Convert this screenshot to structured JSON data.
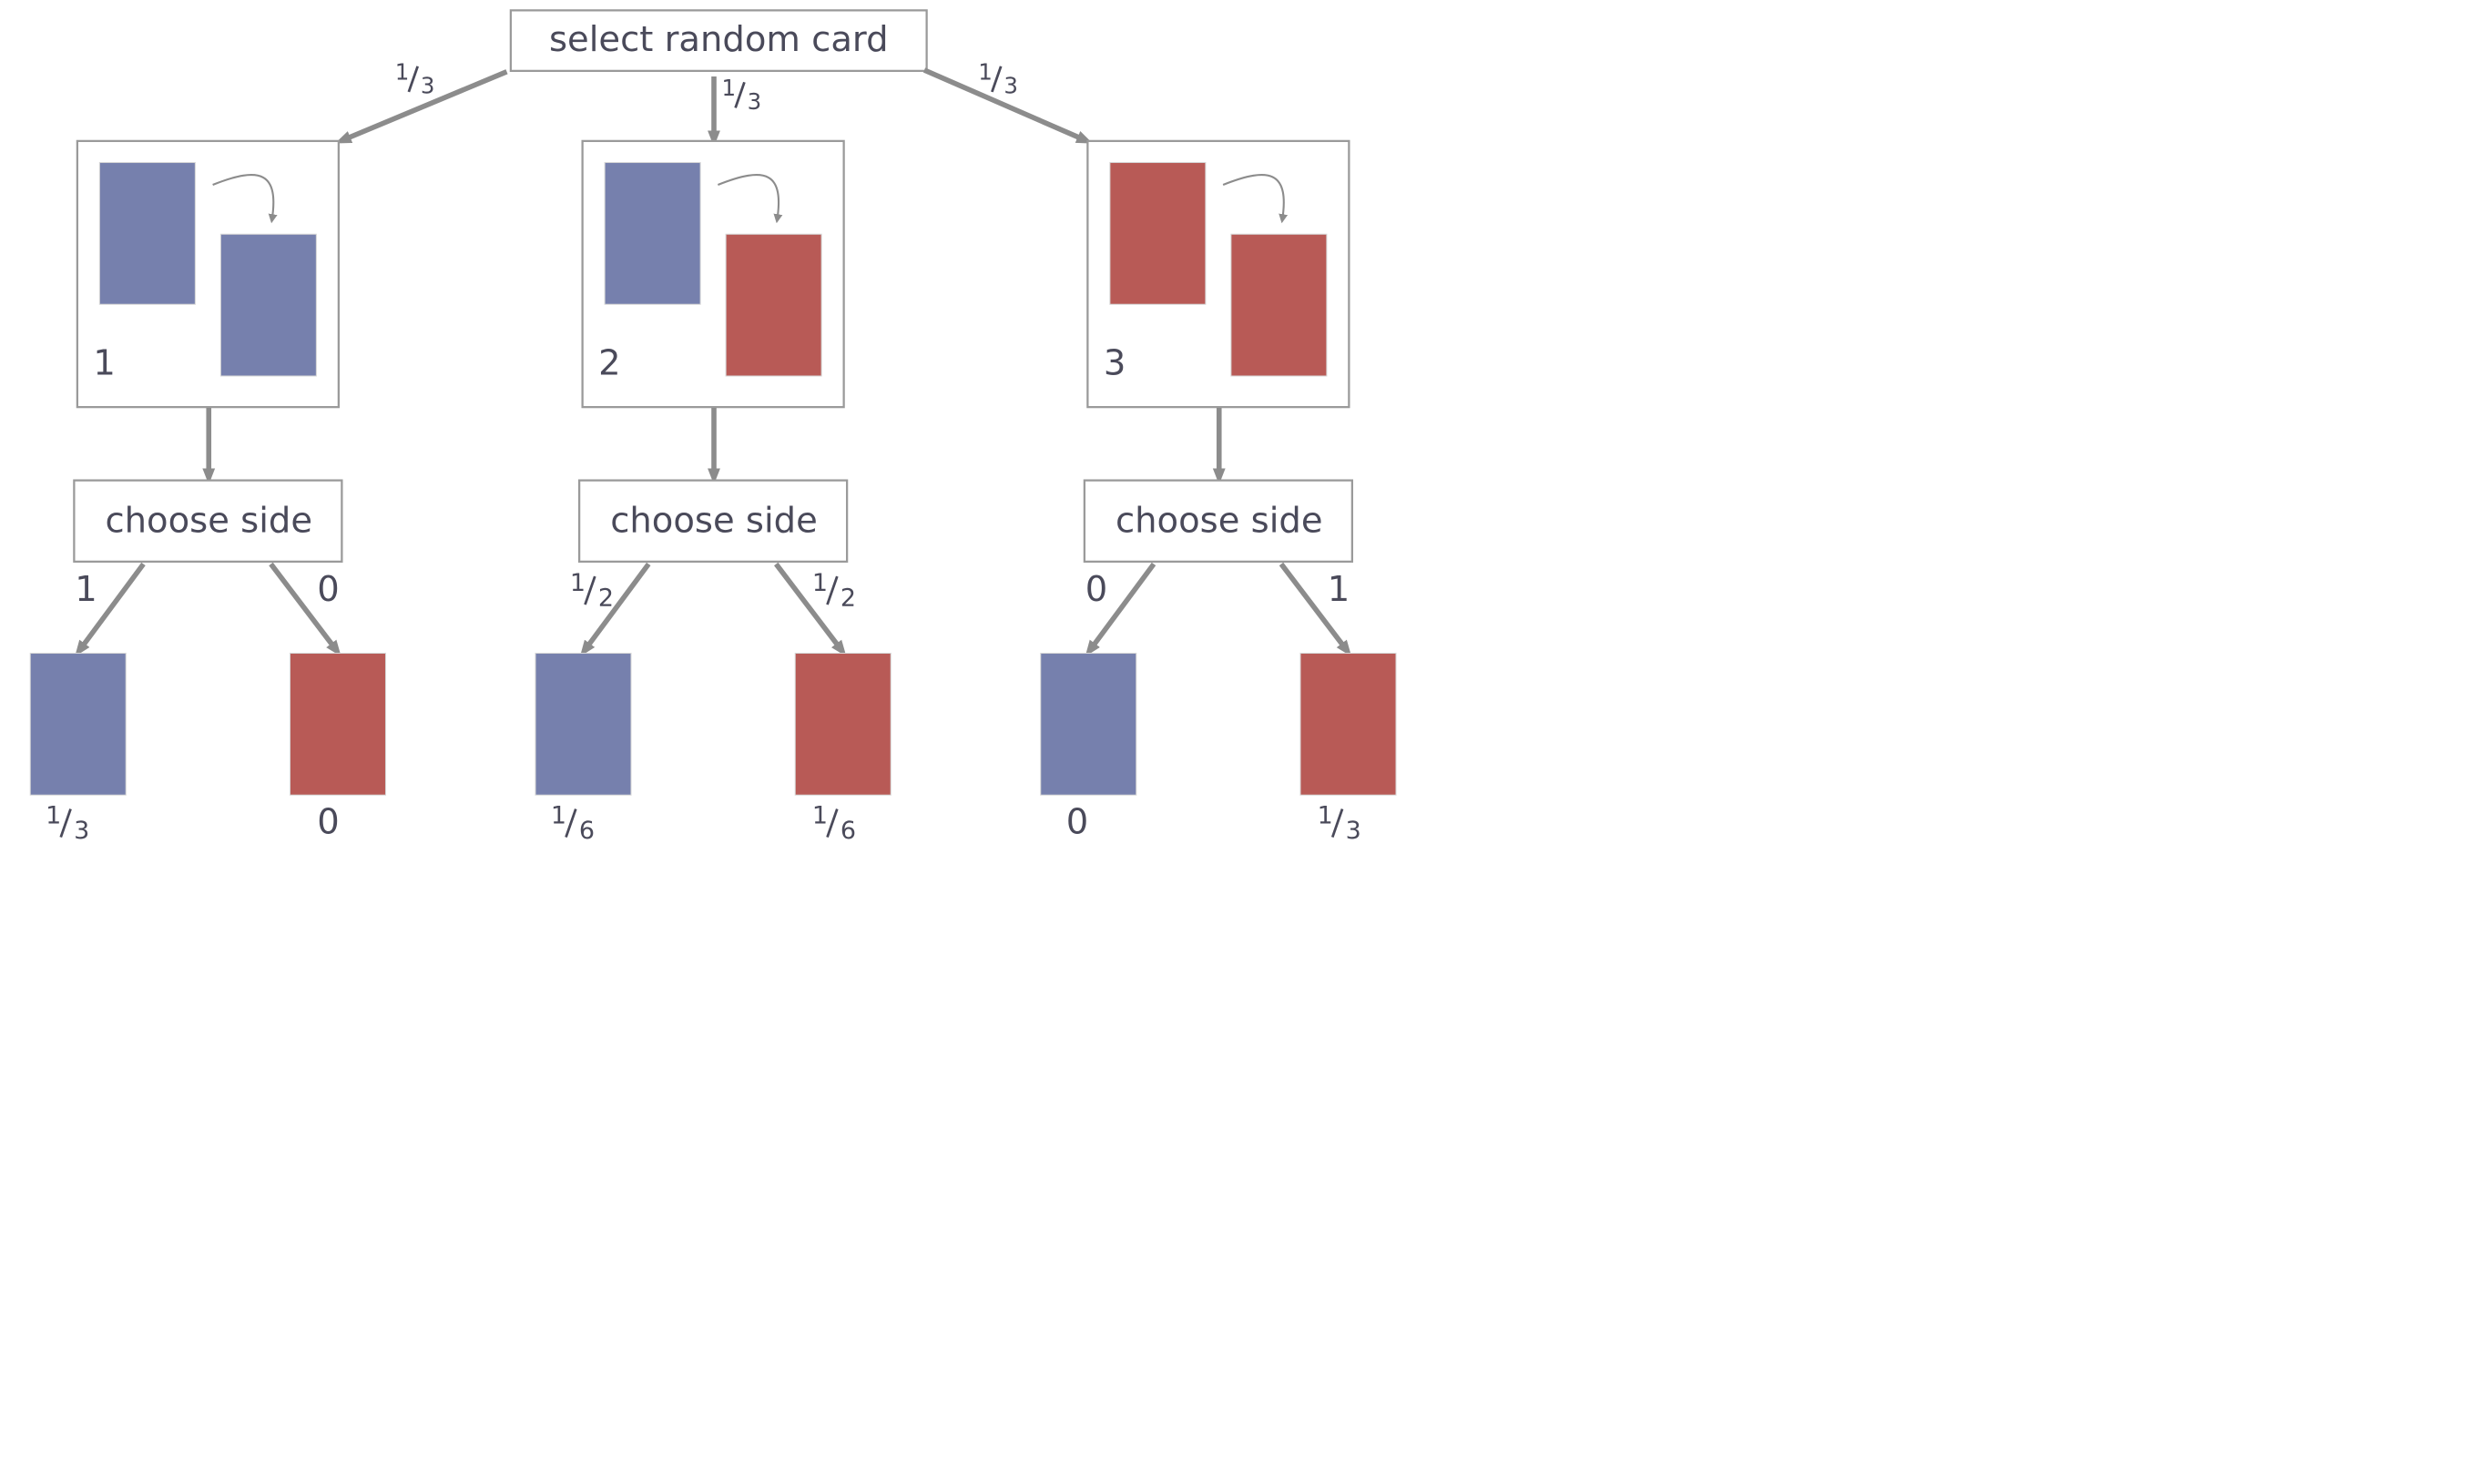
{
  "colors": {
    "blue": "#7680ad",
    "red": "#b85a56",
    "arrow": "#8c8c8c",
    "box_border": "#9a9a9a",
    "text": "#4a4a5a"
  },
  "root": {
    "label": "select random card"
  },
  "root_edges": [
    {
      "prob": {
        "num": "1",
        "den": "3"
      }
    },
    {
      "prob": {
        "num": "1",
        "den": "3"
      }
    },
    {
      "prob": {
        "num": "1",
        "den": "3"
      }
    }
  ],
  "cards": [
    {
      "number": "1",
      "sides": [
        "blue",
        "blue"
      ],
      "choose_label": "choose side",
      "side_probs": [
        {
          "whole": "1"
        },
        {
          "whole": "0"
        }
      ],
      "outcomes": [
        {
          "color": "blue",
          "result": {
            "num": "1",
            "den": "3"
          }
        },
        {
          "color": "red",
          "result": {
            "whole": "0"
          }
        }
      ]
    },
    {
      "number": "2",
      "sides": [
        "blue",
        "red"
      ],
      "choose_label": "choose side",
      "side_probs": [
        {
          "num": "1",
          "den": "2"
        },
        {
          "num": "1",
          "den": "2"
        }
      ],
      "outcomes": [
        {
          "color": "blue",
          "result": {
            "num": "1",
            "den": "6"
          }
        },
        {
          "color": "red",
          "result": {
            "num": "1",
            "den": "6"
          }
        }
      ]
    },
    {
      "number": "3",
      "sides": [
        "red",
        "red"
      ],
      "choose_label": "choose side",
      "side_probs": [
        {
          "whole": "0"
        },
        {
          "whole": "1"
        }
      ],
      "outcomes": [
        {
          "color": "blue",
          "result": {
            "whole": "0"
          }
        },
        {
          "color": "red",
          "result": {
            "num": "1",
            "den": "3"
          }
        }
      ]
    }
  ]
}
